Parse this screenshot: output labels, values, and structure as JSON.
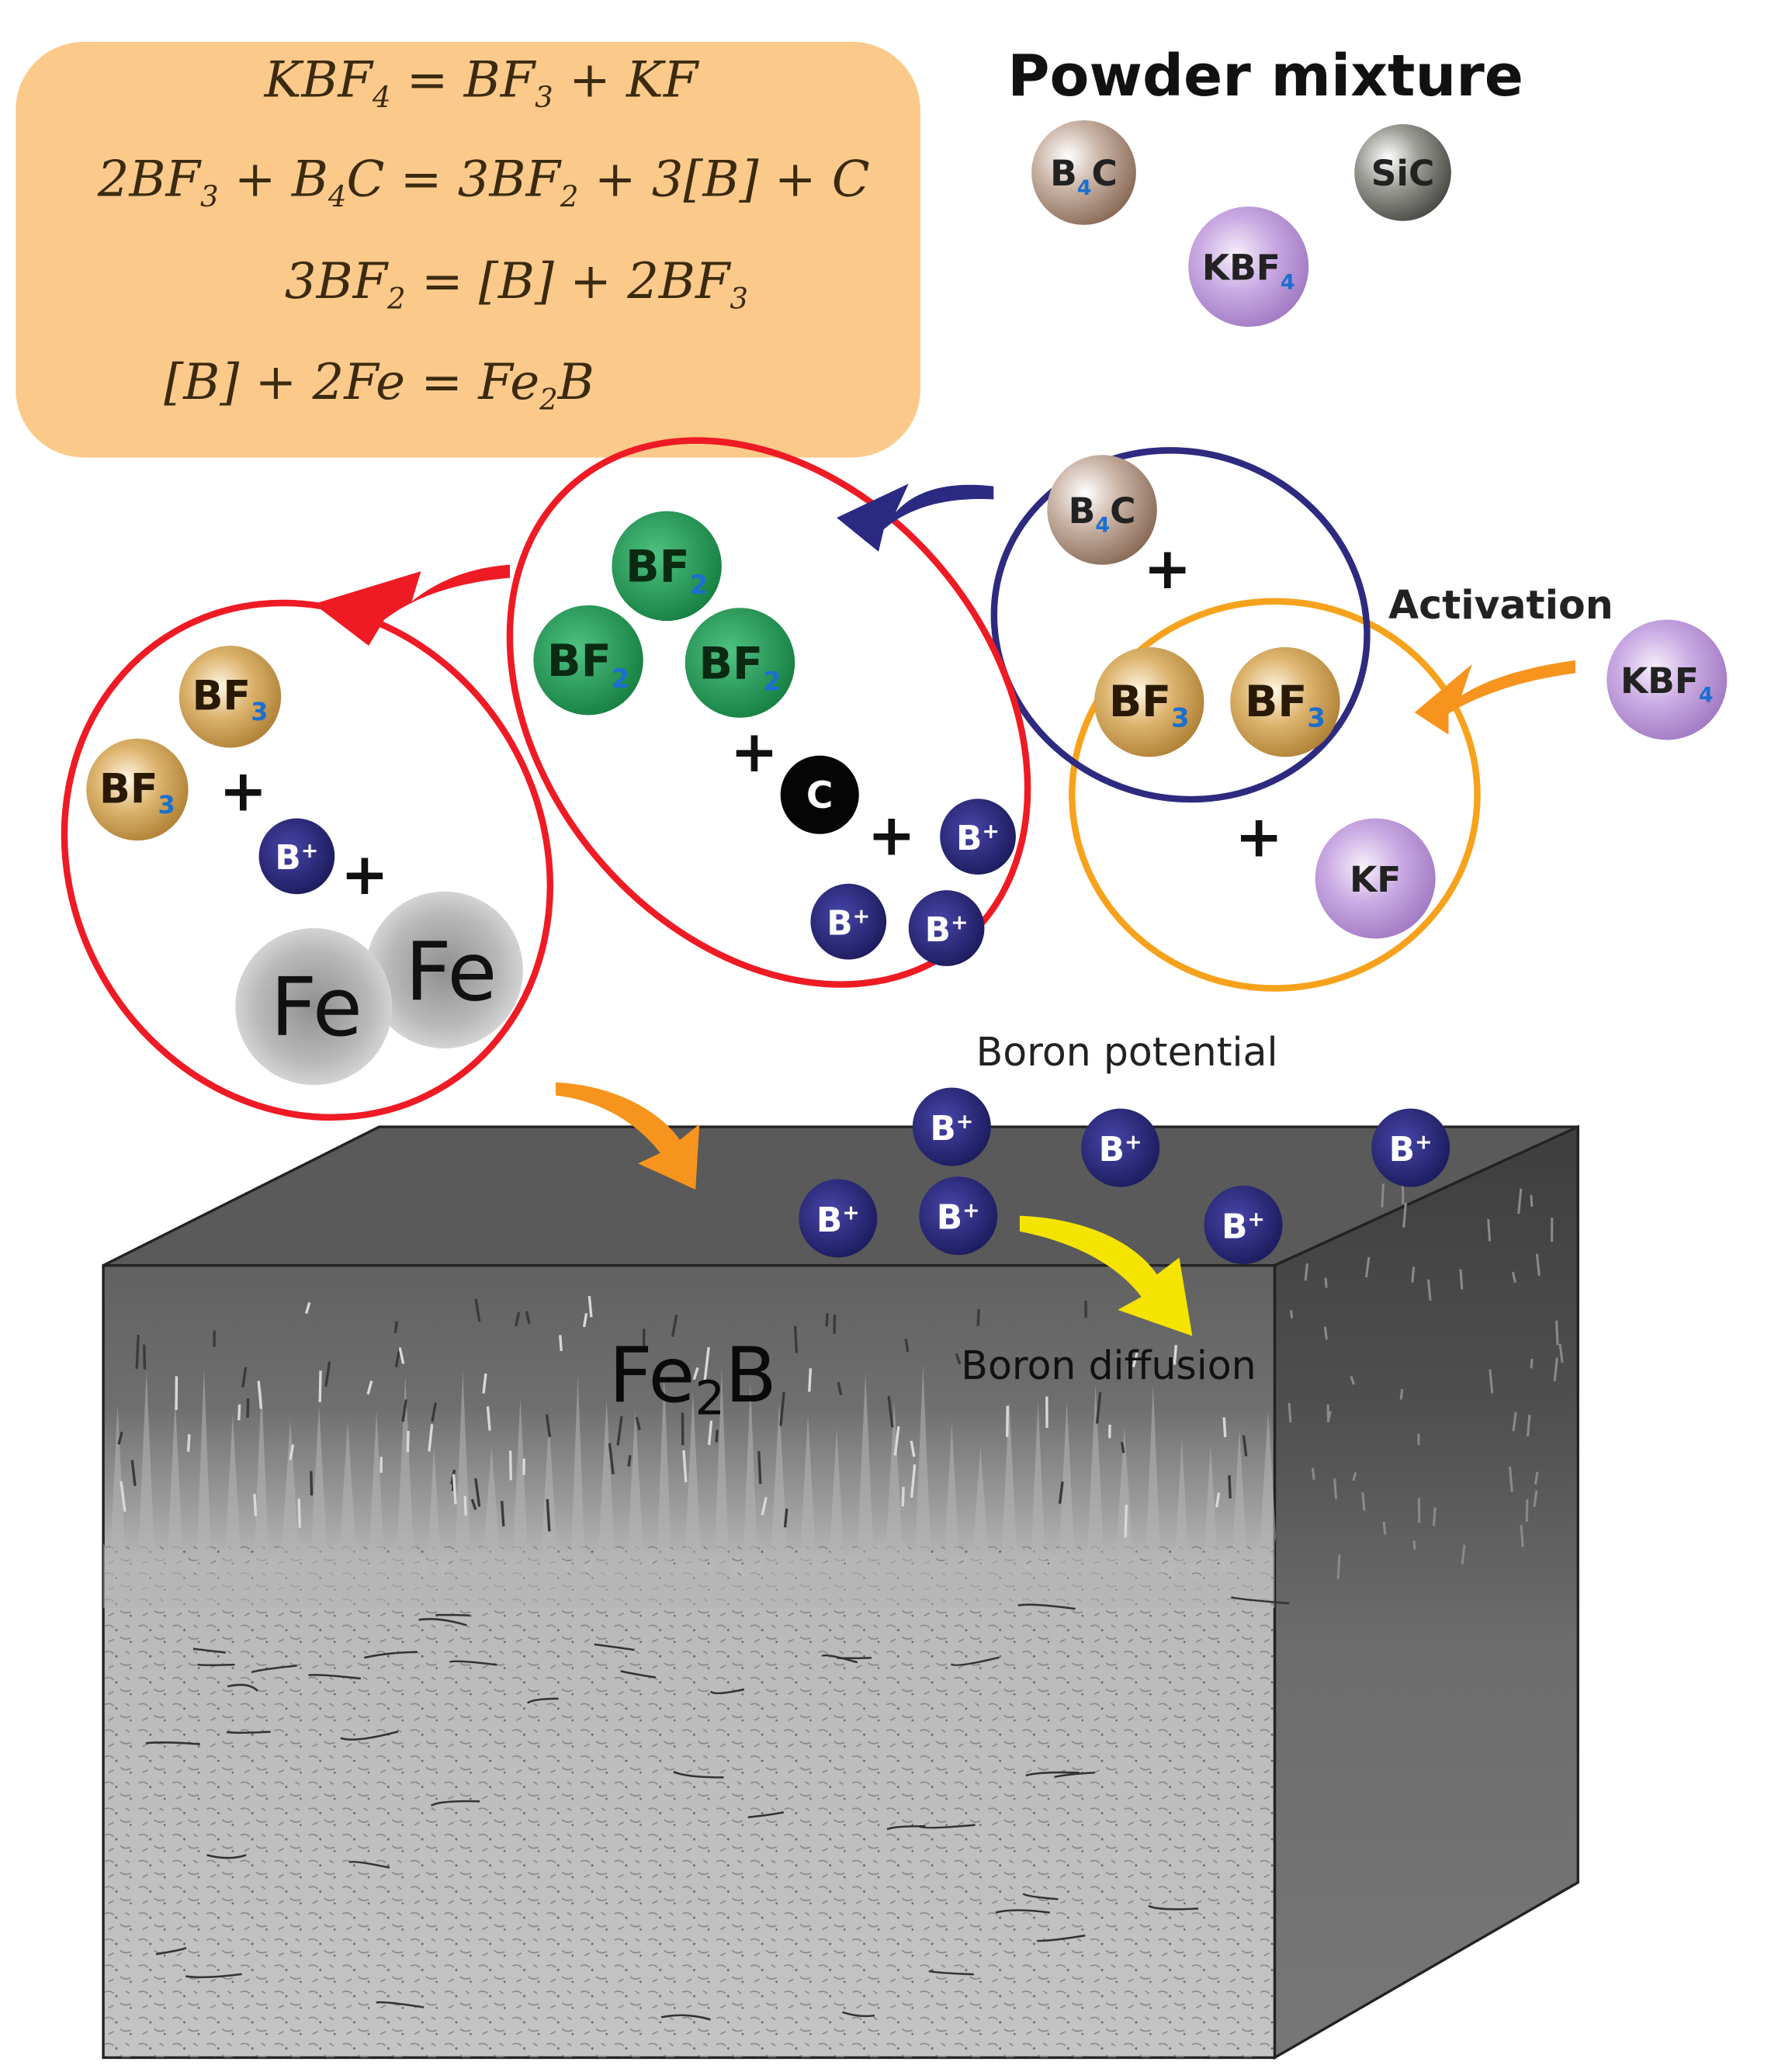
{
  "equations": [
    {
      "parts": [
        [
          "KBF",
          ""
        ],
        [
          "4",
          "sub"
        ],
        [
          " = BF",
          ""
        ],
        [
          "3",
          "sub"
        ],
        [
          " + KF",
          ""
        ]
      ]
    },
    {
      "parts": [
        [
          "2BF",
          ""
        ],
        [
          "3",
          "sub"
        ],
        [
          " + B",
          ""
        ],
        [
          "4",
          "sub"
        ],
        [
          "C = 3BF",
          ""
        ],
        [
          "2",
          "sub"
        ],
        [
          " + 3[B] + C",
          ""
        ]
      ]
    },
    {
      "parts": [
        [
          "3BF",
          ""
        ],
        [
          "2",
          "sub"
        ],
        [
          " = [B] +  2BF",
          ""
        ],
        [
          "3",
          "sub"
        ]
      ]
    },
    {
      "parts": [
        [
          "[B] + 2Fe =  Fe",
          ""
        ],
        [
          "2",
          "sub"
        ],
        [
          "B",
          ""
        ]
      ]
    }
  ],
  "labels": {
    "powder_mixture": "Powder mixture",
    "activation": "Activation",
    "boron_potential": "Boron potential",
    "boron_diffusion": "Boron diffusion",
    "fe2b_main": "Fe",
    "fe2b_sub": "2",
    "fe2b_tail": "B",
    "plus": "+"
  },
  "molecules": {
    "b4c": {
      "main": "B",
      "sub": "4",
      "tail": "C"
    },
    "sic": {
      "main": "SiC",
      "sub": "",
      "tail": ""
    },
    "kbf4": {
      "main": "KBF",
      "sub": "4",
      "tail": ""
    },
    "bf3": {
      "main": "BF",
      "sub": "3",
      "tail": ""
    },
    "bf2": {
      "main": "BF",
      "sub": "2",
      "tail": ""
    },
    "kf": {
      "main": "KF",
      "sub": "",
      "tail": ""
    },
    "c": {
      "main": "C",
      "sub": "",
      "tail": ""
    },
    "b_ion": {
      "main": "B",
      "sup": "+"
    },
    "fe": {
      "main": "Fe",
      "sub": "",
      "tail": ""
    }
  },
  "colors": {
    "equation_box": "#fbc98a",
    "b4c": "#a68876",
    "sic": "#6c6c66",
    "kbf4": "#b593d0",
    "kf": "#b593d0",
    "bf3": "#c99a4c",
    "bf2": "#1f9a55",
    "carbon": "#000000",
    "b_ion": "#23226f",
    "fe": "#b8b8b8",
    "red_ellipse": "#ee1b24",
    "blue_ellipse": "#2e2a80",
    "orange_ellipse": "#f7a21c",
    "arrow_orange": "#f7941d",
    "arrow_yellow": "#f4e400",
    "arrow_blue": "#2b2a83",
    "arrow_red": "#ee1b24",
    "block_top": "#5a5a5a",
    "block_front": "#a9a9a9",
    "block_side": "#5e5e5e",
    "fe2b_layer": "#6e6e6e"
  }
}
